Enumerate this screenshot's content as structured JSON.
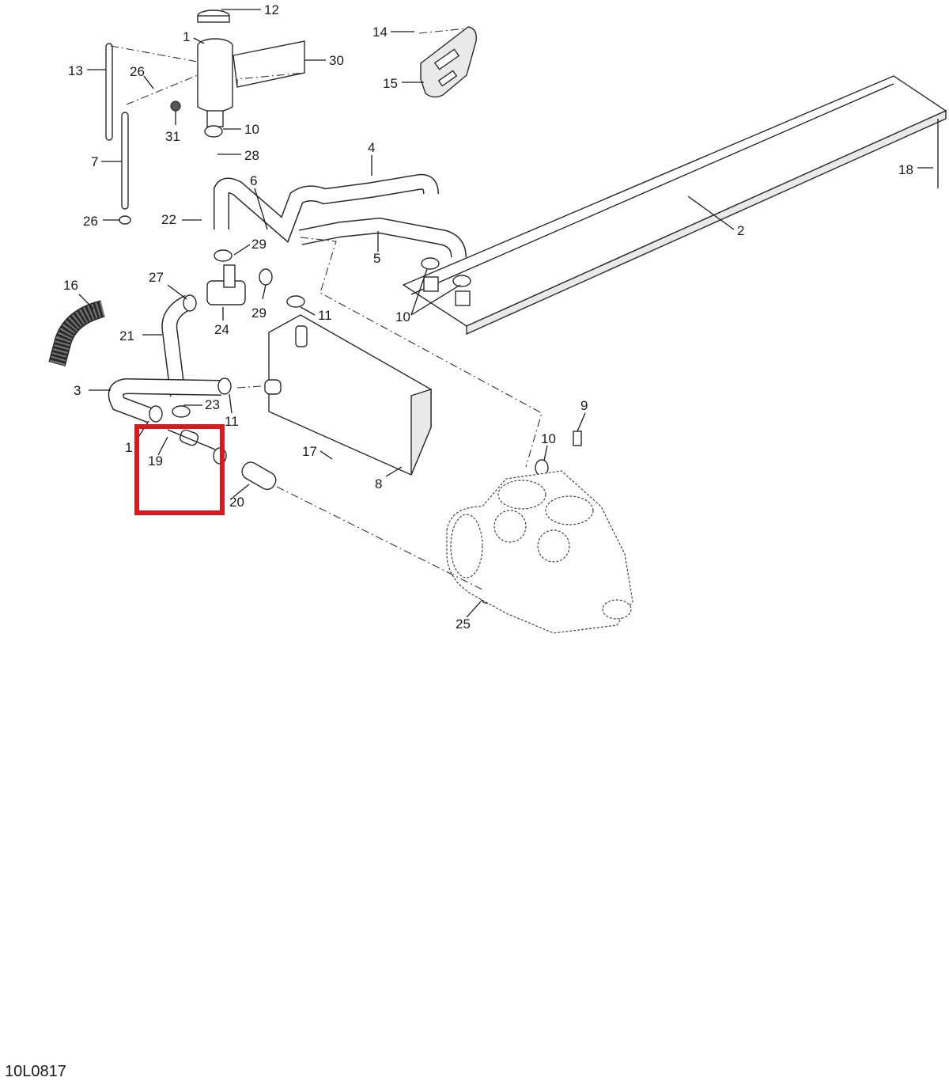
{
  "diagram": {
    "code": "10L0817",
    "highlight_color": "#d71920",
    "highlighted_item": "19",
    "callouts": [
      "12",
      "1",
      "30",
      "13",
      "26",
      "31",
      "10",
      "28",
      "7",
      "26",
      "22",
      "6",
      "4",
      "29",
      "27",
      "5",
      "16",
      "24",
      "29",
      "11",
      "2",
      "10",
      "21",
      "3",
      "23",
      "11",
      "1",
      "19",
      "20",
      "17",
      "8",
      "10",
      "9",
      "25",
      "14",
      "15",
      "18"
    ]
  }
}
